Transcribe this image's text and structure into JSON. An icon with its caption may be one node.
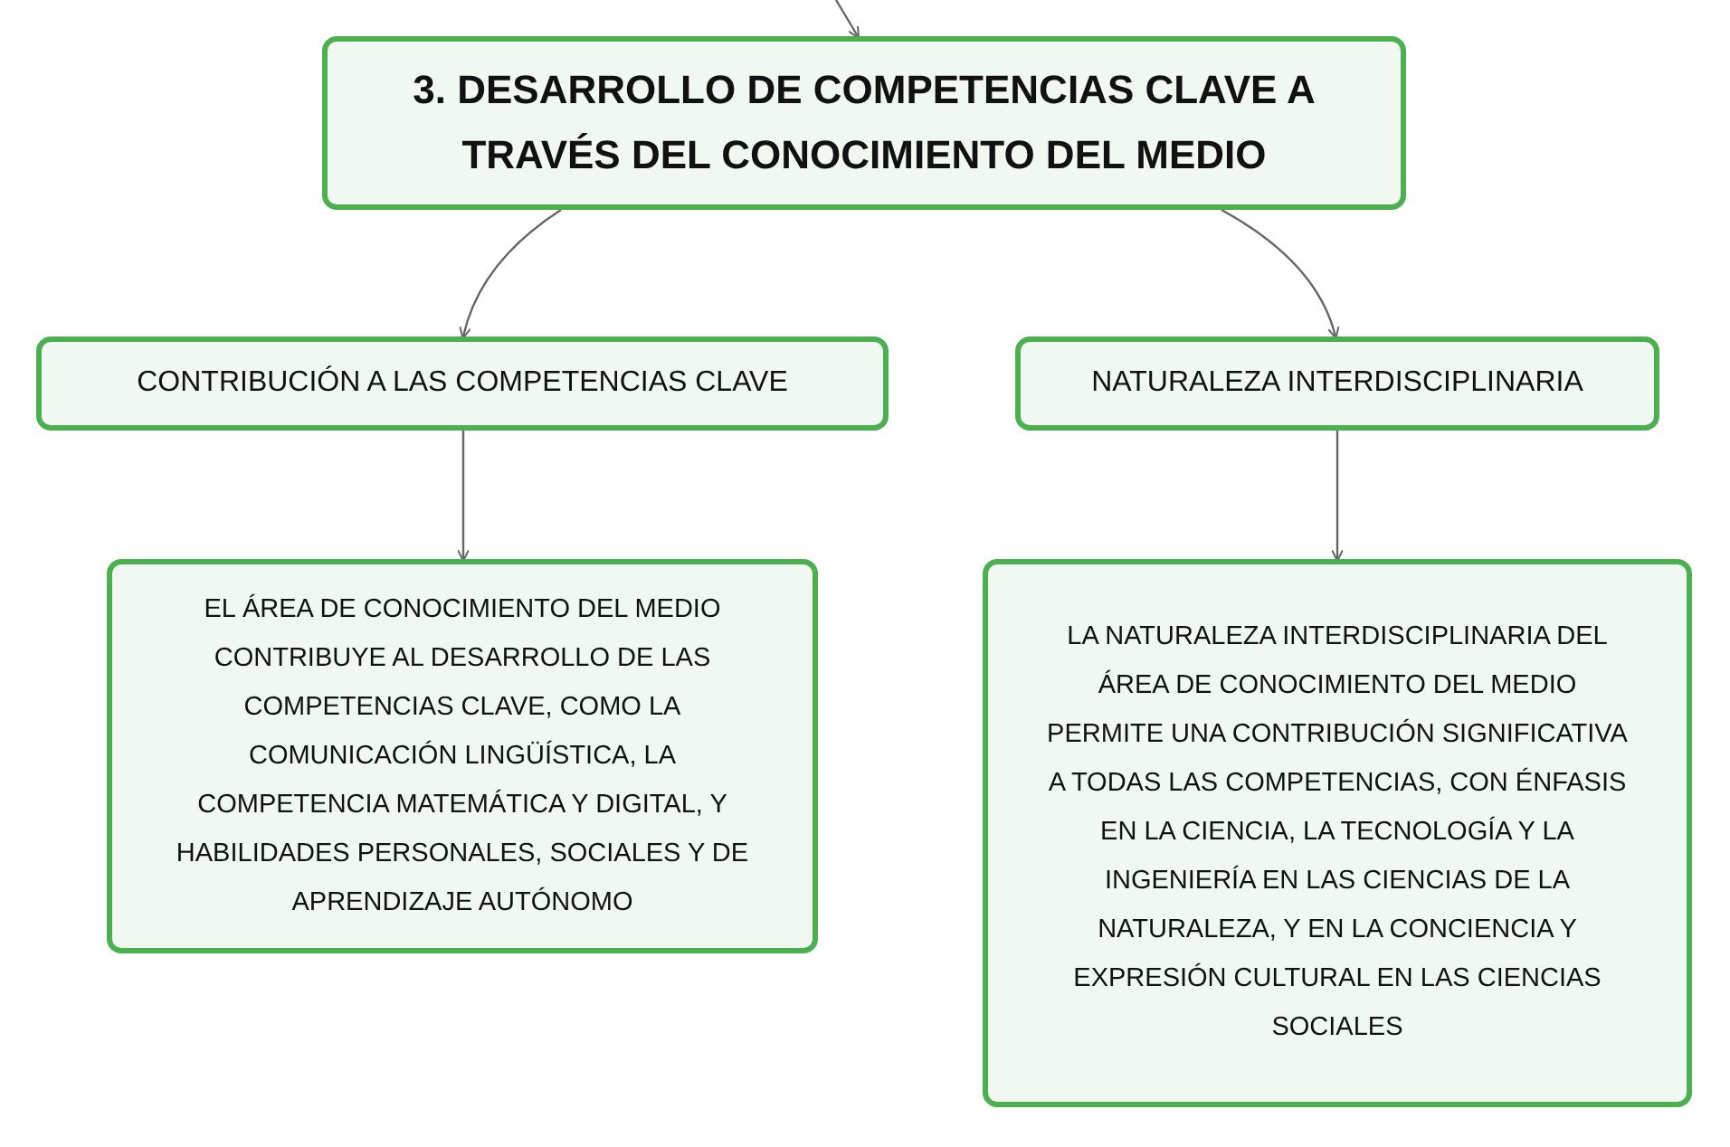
{
  "diagram": {
    "nodes": [
      {
        "text": [
          "3. DESARROLLO DE COMPETENCIAS CLAVE A TRAVÉS DEL CONOCIMIENTO DEL MEDIO"
        ]
      },
      {
        "text": [
          "CONTRIBUCIÓN A LAS COMPETENCIAS CLAVE"
        ]
      },
      {
        "text": [
          "NATURALEZA INTERDISCIPLINARIA"
        ]
      },
      {
        "text": [
          "EL ÁREA DE CONOCIMIENTO DEL MEDIO CONTRIBUYE AL DESARROLLO DE LAS COMPETENCIAS CLAVE, COMO LA COMUNICACIÓN LINGÜÍSTICA, LA COMPETENCIA MATEMÁTICA Y DIGITAL, Y HABILIDADES PERSONALES, SOCIALES Y DE APRENDIZAJE AUTÓNOMO"
        ]
      },
      {
        "text": [
          "LA NATURALEZA INTERDISCIPLINARIA DEL ÁREA DE CONOCIMIENTO DEL MEDIO PERMITE UNA CONTRIBUCIÓN SIGNIFICATIVA A TODAS LAS COMPETENCIAS, CON ÉNFASIS EN LA CIENCIA, LA TECNOLOGÍA Y LA INGENIERÍA EN LAS CIENCIAS DE LA NATURALEZA, Y EN LA CONCIENCIA Y EXPRESIÓN CULTURAL EN LAS CIENCIAS SOCIALES"
        ]
      }
    ],
    "edges": [
      {
        "from": null,
        "to": 0,
        "arrow": "to"
      },
      {
        "from": 0,
        "to": 1,
        "arrow": "to"
      },
      {
        "from": 0,
        "to": 2,
        "arrow": "to"
      },
      {
        "from": 1,
        "to": 3,
        "arrow": "to"
      },
      {
        "from": 2,
        "to": 4,
        "arrow": "to"
      }
    ]
  }
}
